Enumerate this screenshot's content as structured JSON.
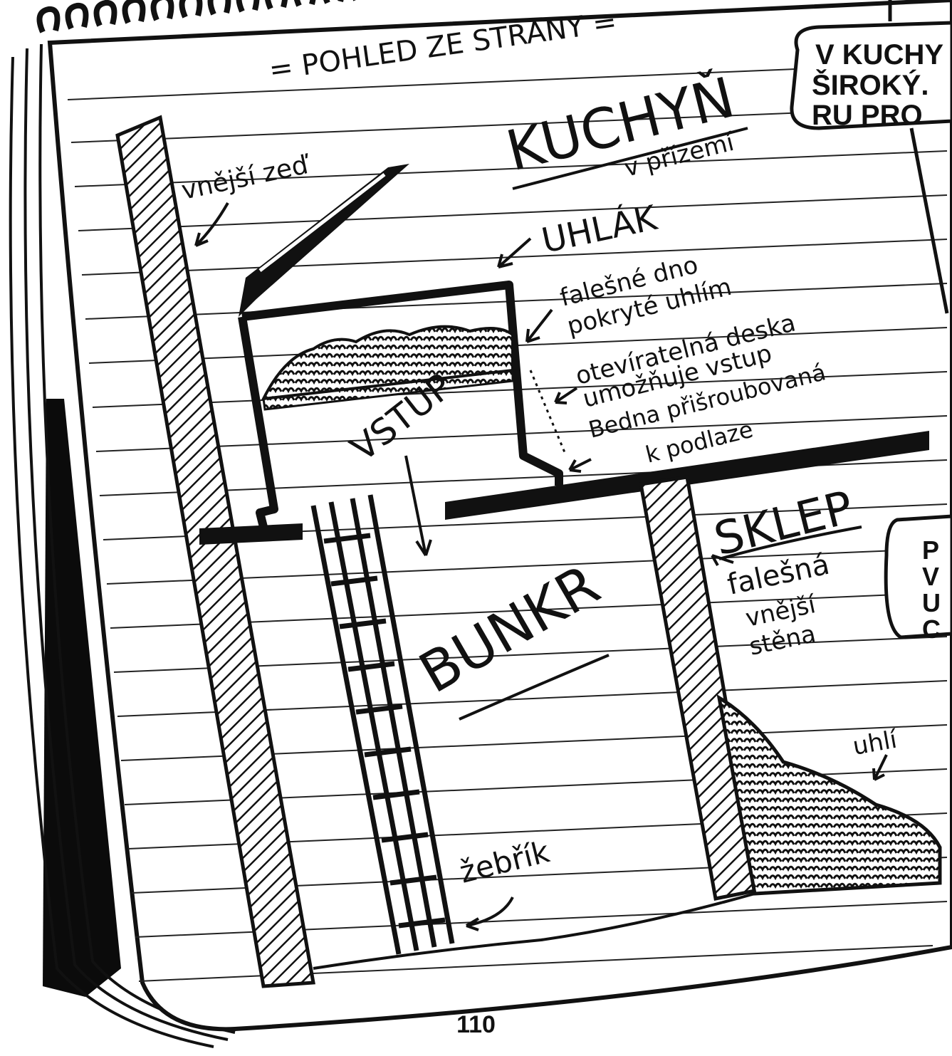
{
  "header": {
    "subtitle": "= POHLED ZE STRANY ="
  },
  "bubbles": {
    "top_right": [
      "V KUCHY",
      "ŠIROKÝ. ",
      "RU PRO"
    ],
    "right": [
      "P",
      "V",
      "U",
      "C"
    ]
  },
  "labels": {
    "kitchen": "KUCHYŇ",
    "kitchen_sub": "v přízemí",
    "outer_wall": "vnější zeď",
    "coal_box": "UHLÁK",
    "false_bottom": [
      "falešné dno",
      "pokryté uhlím"
    ],
    "opening_board": [
      "otevíratelná deska",
      "umožňuje vstup"
    ],
    "box_screwed": [
      "Bedna přišroubovaná",
      "k podlaze"
    ],
    "entrance": "VSTUP",
    "bunker": "BUNKR",
    "cellar": "SKLEP",
    "false_outer_wall": [
      "falešná",
      "vnější",
      "stěna"
    ],
    "coal": "uhlí",
    "ladder": "žebřík"
  },
  "page_number": "110",
  "colors": {
    "ink": "#111111",
    "paper": "#ffffff",
    "rule_line": "#222222"
  }
}
